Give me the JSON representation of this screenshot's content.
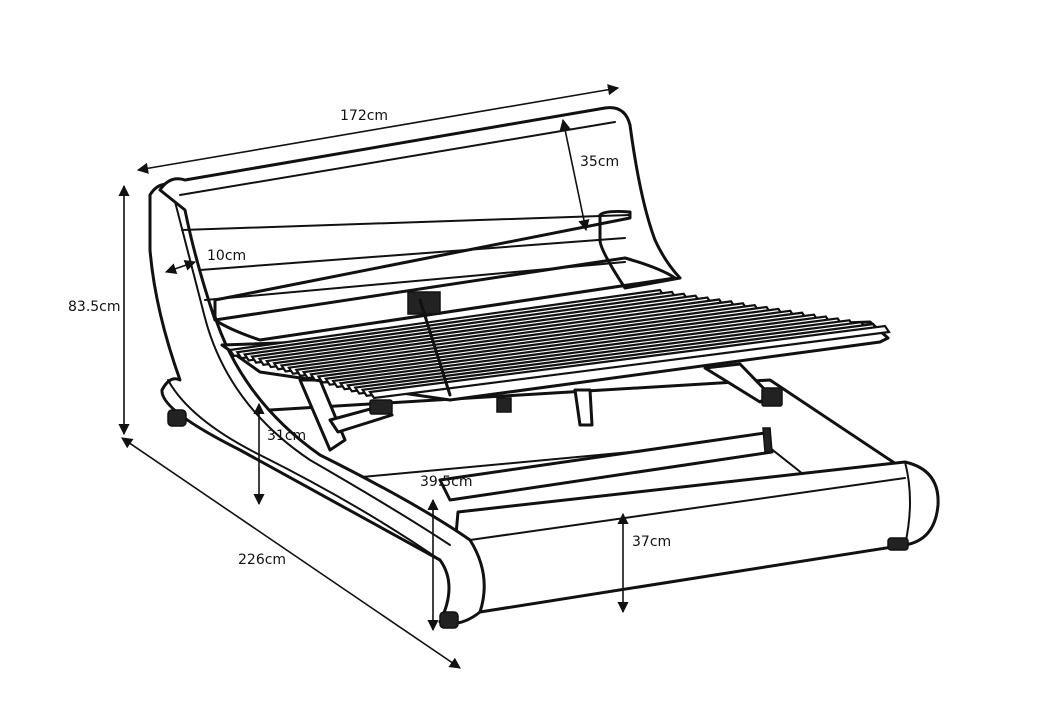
{
  "dimensions": {
    "width": "172cm",
    "headboard_panel_height": "35cm",
    "side_rail_width": "10cm",
    "total_height": "83.5cm",
    "base_height_rear": "31cm",
    "end_height": "39.5cm",
    "foot_panel_height": "37cm",
    "length": "226cm"
  },
  "colors": {
    "line": "#111111",
    "background": "#ffffff"
  }
}
